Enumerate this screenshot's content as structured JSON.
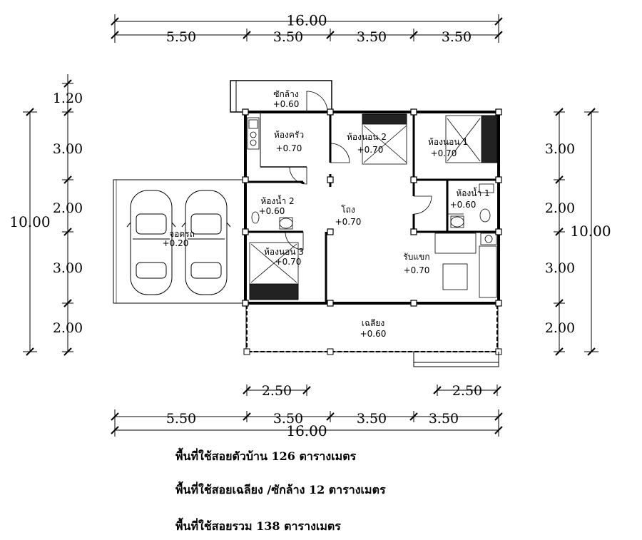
{
  "dimensions": {
    "top_total": "16.00",
    "top_segments": [
      "5.50",
      "3.50",
      "3.50",
      "3.50"
    ],
    "bottom_total": "16.00",
    "bottom_segments": [
      "5.50",
      "3.50",
      "3.50",
      "3.50"
    ],
    "porch_left": "2.50",
    "porch_right": "2.50",
    "left_total": "10.00",
    "left_segments": [
      "1.20",
      "3.00",
      "2.00",
      "3.00",
      "2.00"
    ],
    "right_total": "10.00",
    "right_segments": [
      "3.00",
      "2.00",
      "3.00",
      "2.00"
    ]
  },
  "rooms": {
    "laundry": {
      "name": "ซักล้าง",
      "level": "+0.60"
    },
    "kitchen": {
      "name": "ห้องครัว",
      "level": "+0.70"
    },
    "bedroom2": {
      "name": "ห้องนอน 2",
      "level": "+0.70"
    },
    "bedroom1": {
      "name": "ห้องนอน 1",
      "level": "+0.70"
    },
    "bath2": {
      "name": "ห้องน้ำ 2",
      "level": "+0.60"
    },
    "hall": {
      "name": "โถง",
      "level": "+0.70"
    },
    "bath1": {
      "name": "ห้องน้ำ 1",
      "level": "+0.60"
    },
    "carport": {
      "name": "จอดรถ",
      "level": "+0.20"
    },
    "bedroom3": {
      "name": "ห้องนอน 3",
      "level": "+0.70"
    },
    "living": {
      "name": "รับแขก",
      "level": "+0.70"
    },
    "terrace": {
      "name": "เฉลียง",
      "level": "+0.60"
    }
  },
  "areas": [
    "พื้นที่ใช้สอยตัวบ้าน  126 ตารางเมตร",
    "พื้นที่ใช้สอยเฉลียง /ซักล้าง 12 ตารางเมตร",
    "พื้นที่ใช้สอยรวม 138 ตารางเมตร"
  ]
}
